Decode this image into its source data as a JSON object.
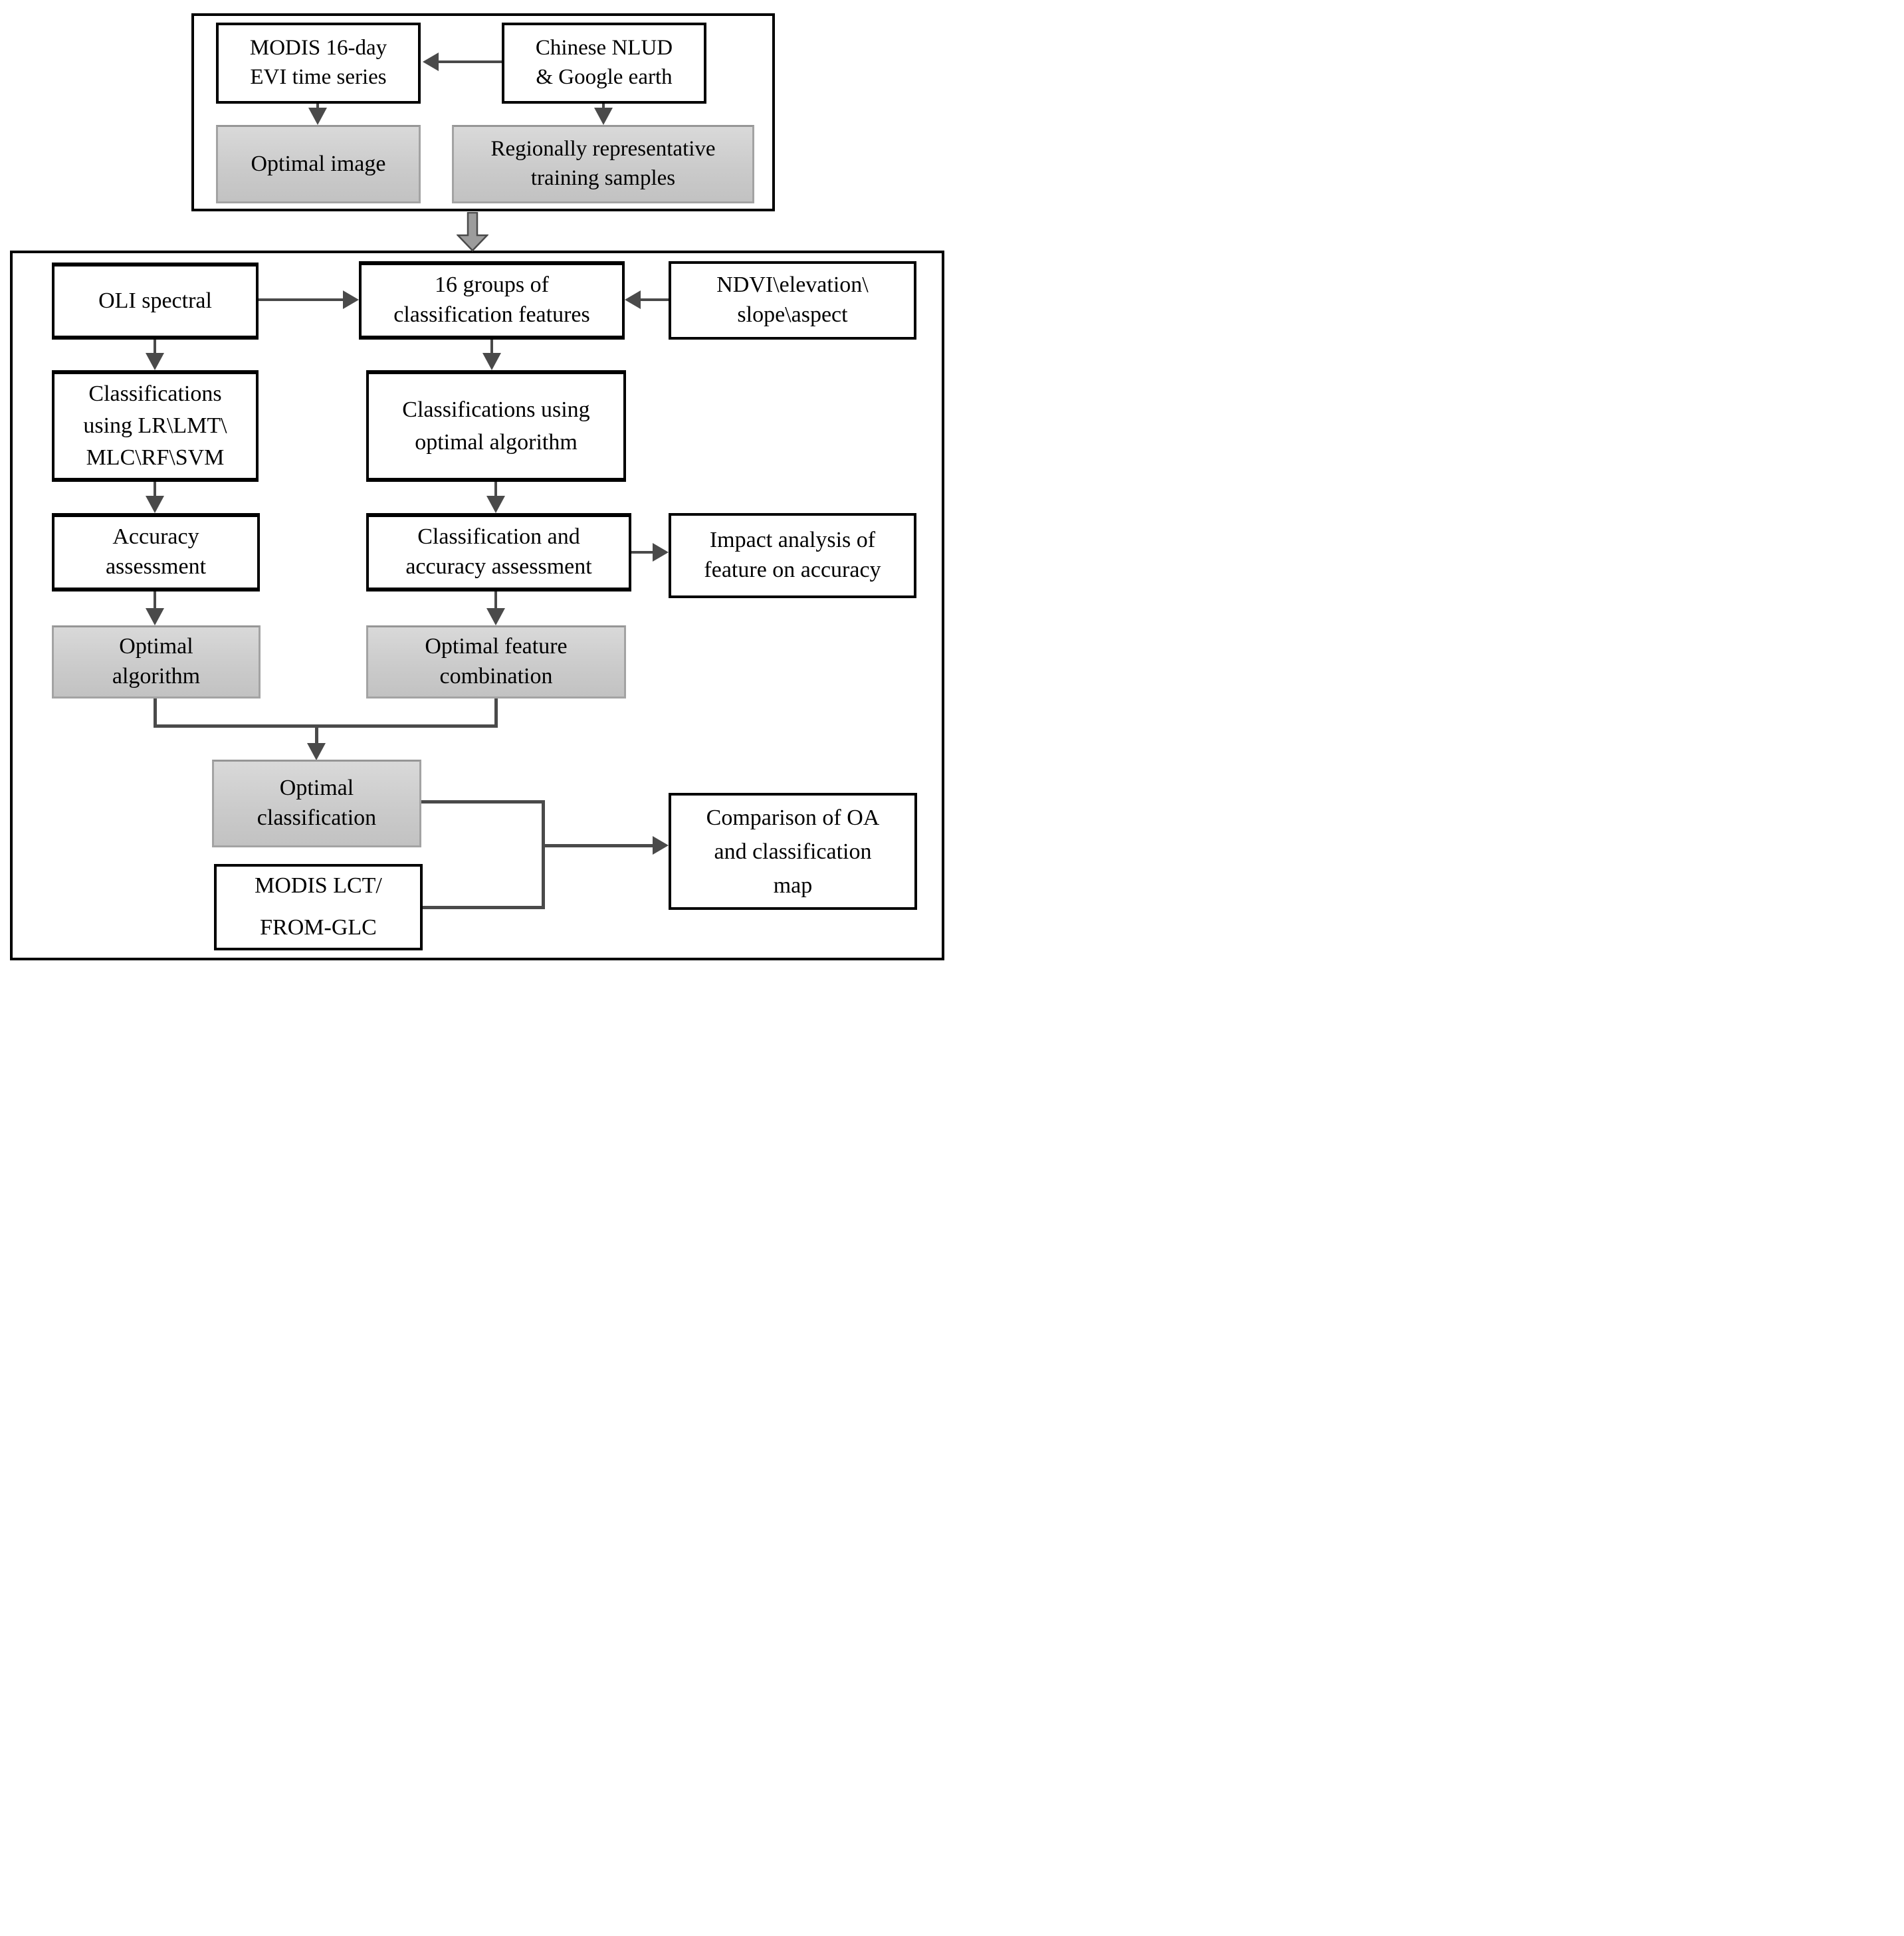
{
  "figure": {
    "type": "flowchart",
    "colors": {
      "white_box_fill": "#ffffff",
      "box_border": "#000000",
      "gray_box_fill": "#cbcbcb",
      "gray_box_border": "#a3a3a3",
      "connector": "#4a4a4a",
      "block_arrow_fill": "#9c9c9c",
      "text": "#000000"
    },
    "nodes": {
      "modis_evi": "MODIS 16-day\nEVI time series",
      "chinese_nlud": "Chinese NLUD\n& Google earth",
      "optimal_image": "Optimal image",
      "training_samples": "Regionally representative\ntraining samples",
      "oli_spectral": "OLI spectral",
      "feature_groups": "16 groups of\nclassification features",
      "ndvi_terrain": "NDVI\\elevation\\\nslope\\aspect",
      "class_algorithms": "Classifications\nusing LR\\LMT\\\nMLC\\RF\\SVM",
      "class_optimal": "Classifications using\noptimal algorithm",
      "accuracy_assessment": "Accuracy\nassessment",
      "class_accuracy": "Classification and\naccuracy assessment",
      "impact_analysis": "Impact analysis of\nfeature on accuracy",
      "optimal_algorithm": "Optimal\nalgorithm",
      "optimal_feature": "Optimal feature\ncombination",
      "optimal_classification": "Optimal\nclassification",
      "modis_lct": "MODIS LCT/\nFROM-GLC",
      "comparison": "Comparison of OA\nand classification\nmap"
    },
    "edges": [
      {
        "from": "chinese_nlud",
        "to": "modis_evi",
        "direction": "left"
      },
      {
        "from": "modis_evi",
        "to": "optimal_image",
        "direction": "down"
      },
      {
        "from": "chinese_nlud",
        "to": "training_samples",
        "direction": "down"
      },
      {
        "from": "top_section",
        "to": "main_section",
        "direction": "down",
        "style": "block-arrow"
      },
      {
        "from": "oli_spectral",
        "to": "feature_groups",
        "direction": "right"
      },
      {
        "from": "ndvi_terrain",
        "to": "feature_groups",
        "direction": "left"
      },
      {
        "from": "oli_spectral",
        "to": "class_algorithms",
        "direction": "down"
      },
      {
        "from": "feature_groups",
        "to": "class_optimal",
        "direction": "down"
      },
      {
        "from": "class_algorithms",
        "to": "accuracy_assessment",
        "direction": "down"
      },
      {
        "from": "class_optimal",
        "to": "class_accuracy",
        "direction": "down"
      },
      {
        "from": "class_accuracy",
        "to": "impact_analysis",
        "direction": "right"
      },
      {
        "from": "accuracy_assessment",
        "to": "optimal_algorithm",
        "direction": "down"
      },
      {
        "from": "class_accuracy",
        "to": "optimal_feature",
        "direction": "down"
      },
      {
        "from": "optimal_algorithm",
        "to": "optimal_classification",
        "direction": "merge-down"
      },
      {
        "from": "optimal_feature",
        "to": "optimal_classification",
        "direction": "merge-down"
      },
      {
        "from": "optimal_classification",
        "to": "comparison",
        "direction": "elbow-right"
      },
      {
        "from": "modis_lct",
        "to": "comparison",
        "direction": "elbow-right"
      }
    ]
  }
}
